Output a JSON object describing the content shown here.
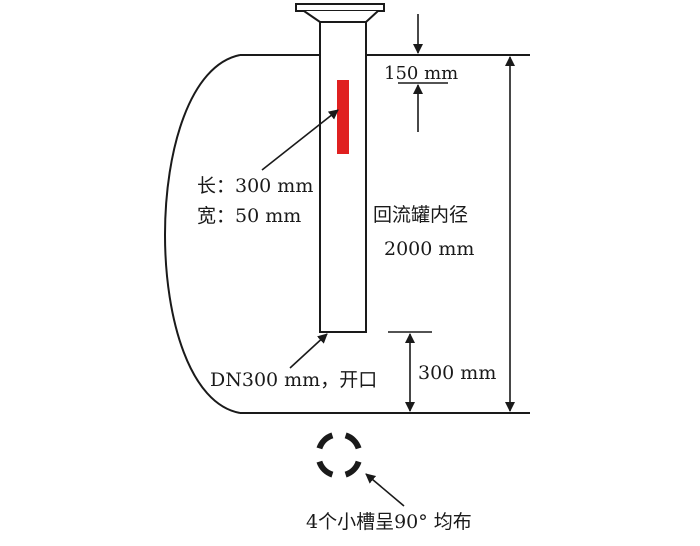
{
  "labels": {
    "top_gap": "150 mm",
    "slot_length": "长：300 mm",
    "slot_width": "宽：50 mm",
    "tank_diameter_line1": "回流罐内径",
    "tank_diameter_line2": "2000 mm",
    "pipe_open_end": "DN300 mm，开口",
    "bottom_gap": "300 mm",
    "grooves_note": "4个小槽呈90° 均布"
  },
  "colors": {
    "line": "#1a1a1a",
    "slot": "#e02020"
  }
}
